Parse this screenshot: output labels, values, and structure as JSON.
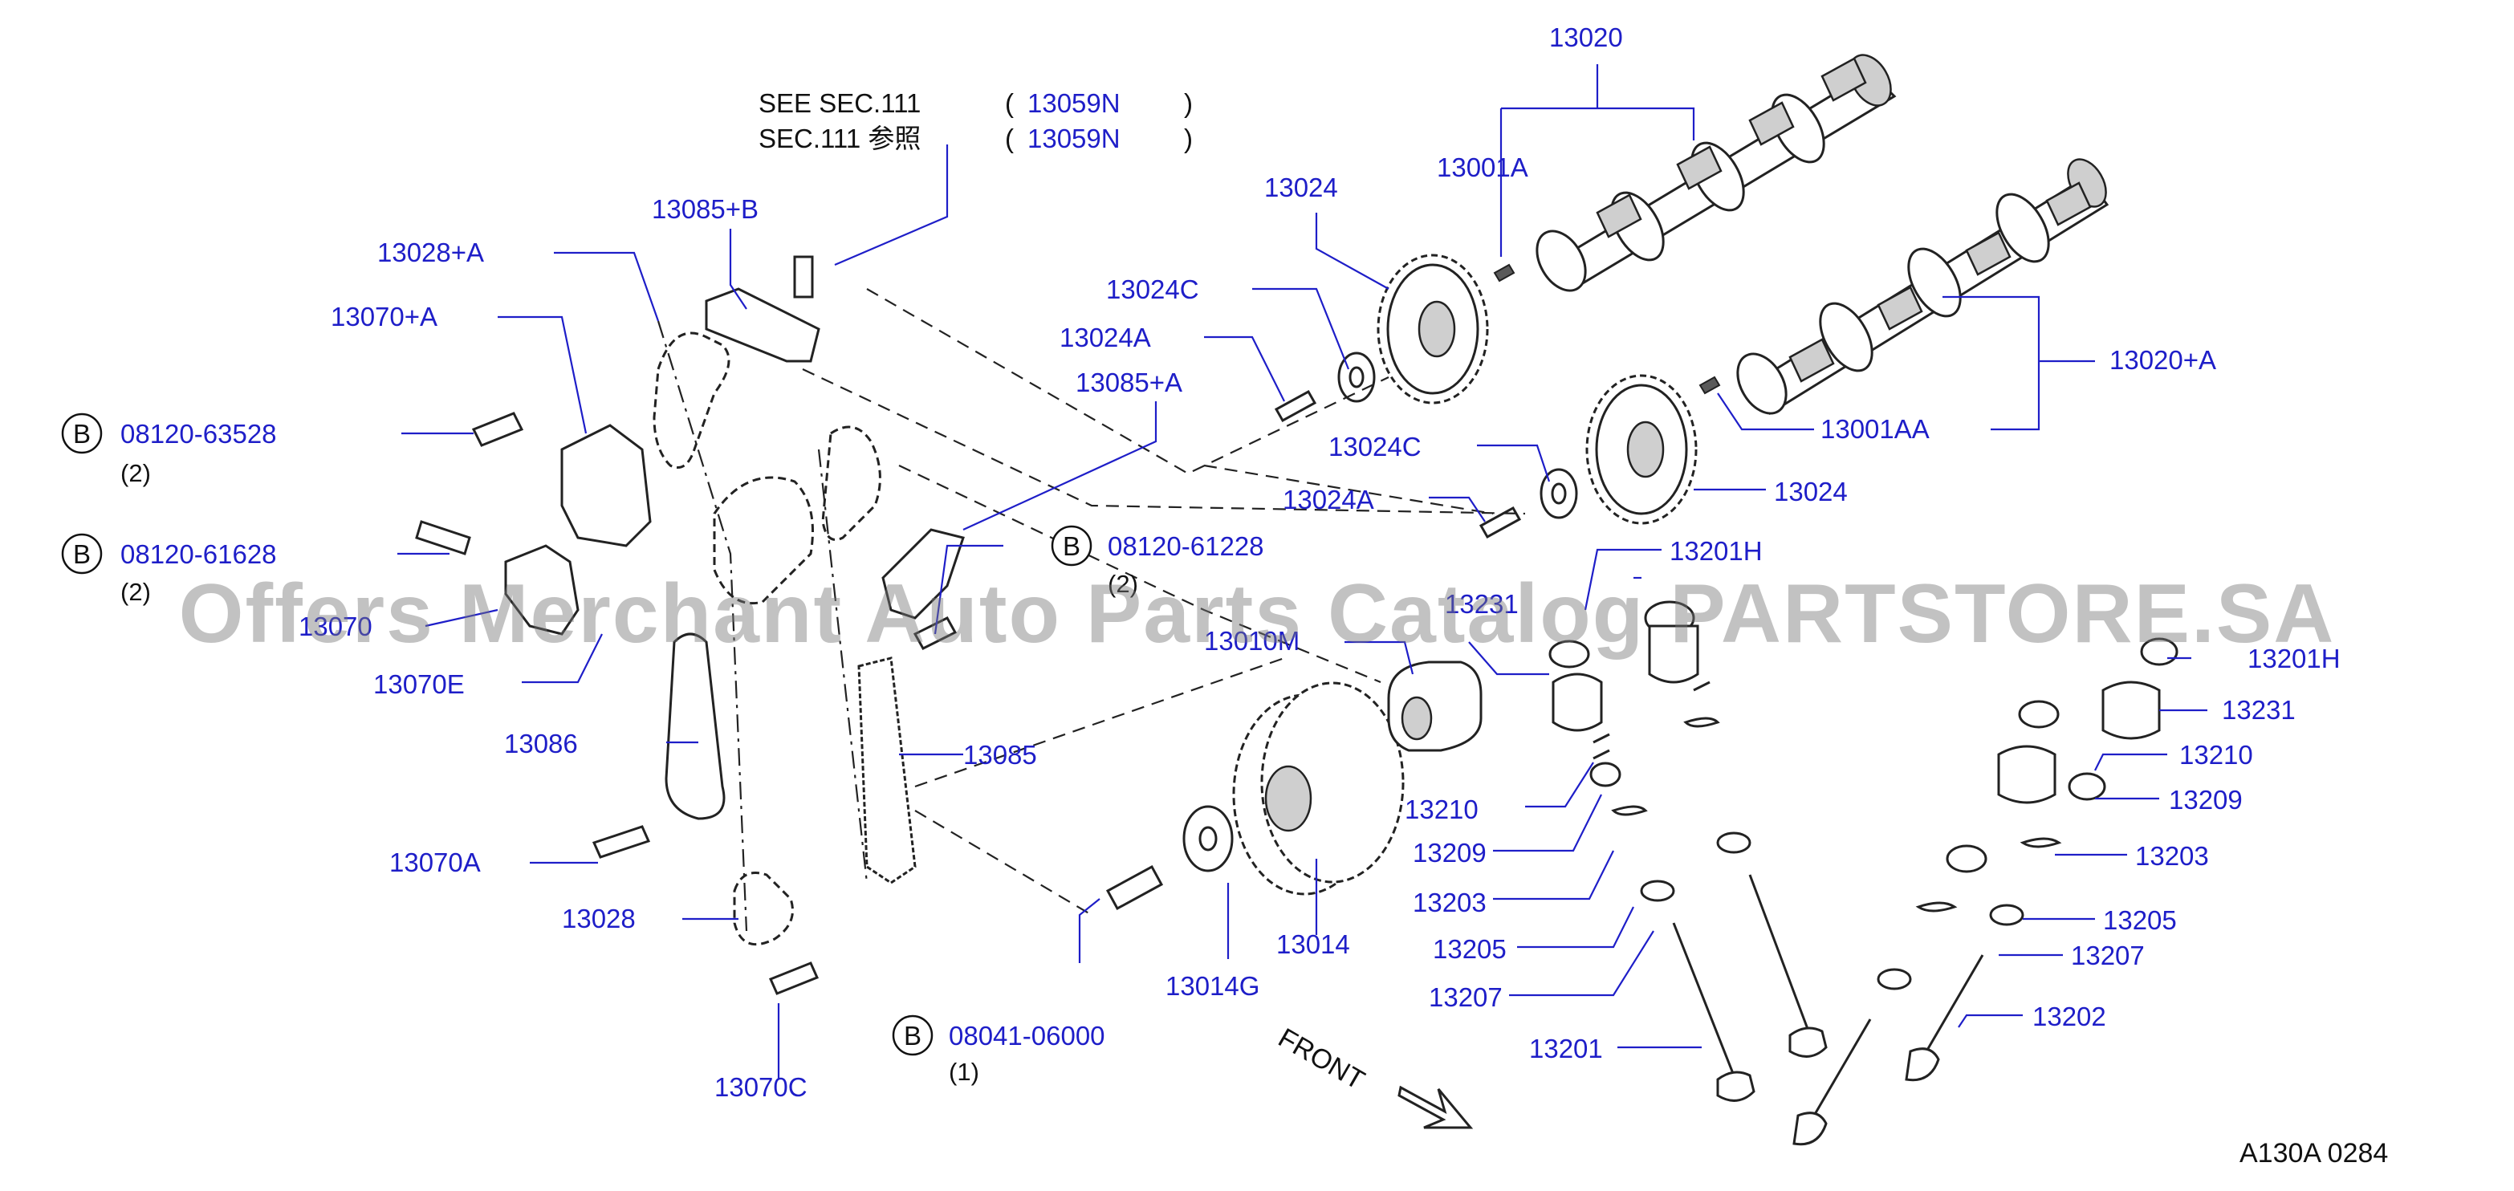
{
  "see_note": {
    "line1": {
      "prefix": "SEE   SEC.111",
      "ref": "13059N"
    },
    "line2": {
      "prefix": "SEC.111   参照",
      "ref": "13059N"
    }
  },
  "part_numbers": {
    "p13020": "13020",
    "p13001A": "13001A",
    "p13024_top": "13024",
    "p13024C_top": "13024C",
    "p13024A_top": "13024A",
    "p13085B": "13085+B",
    "p13028A": "13028+A",
    "p13070A_plus": "13070+A",
    "p13085A": "13085+A",
    "p13020A": "13020+A",
    "p13001AA": "13001AA",
    "p13024C_mid": "13024C",
    "p13024_mid": "13024",
    "p13024A_mid": "13024A",
    "p13201H_top": "13201H",
    "p13070_left": "13070",
    "p13070E": "13070E",
    "p13010M": "13010M",
    "p13231_top": "13231",
    "p13086": "13086",
    "p13085": "13085",
    "p13201H_right": "13201H",
    "p13231_right": "13231",
    "p13210_right": "13210",
    "p13209_right": "13209",
    "p13203_right": "13203",
    "p13205_right": "13205",
    "p13207_right": "13207",
    "p13202": "13202",
    "p13210_left": "13210",
    "p13209_left": "13209",
    "p13203_left": "13203",
    "p13205_left": "13205",
    "p13207_left": "13207",
    "p13201": "13201",
    "p13070A": "13070A",
    "p13028": "13028",
    "p13014": "13014",
    "p13014G": "13014G",
    "p13070C": "13070C"
  },
  "bolts": {
    "b1": {
      "badge": "B",
      "number": "08120-63528",
      "qty": "(2)"
    },
    "b2": {
      "badge": "B",
      "number": "08120-61628",
      "qty": "(2)"
    },
    "b3": {
      "badge": "B",
      "number": "08120-61228",
      "qty": "(2)"
    },
    "b4": {
      "badge": "B",
      "number": "08041-06000",
      "qty": "(1)"
    }
  },
  "front_label": "FRONT",
  "watermark": "Offers Merchant Auto Parts Catalog PARTSTORE.SA",
  "diagram_code": "A130A   0284",
  "colors": {
    "part_number": "#1e1ec8",
    "text": "#111111",
    "watermark": "#787878"
  }
}
